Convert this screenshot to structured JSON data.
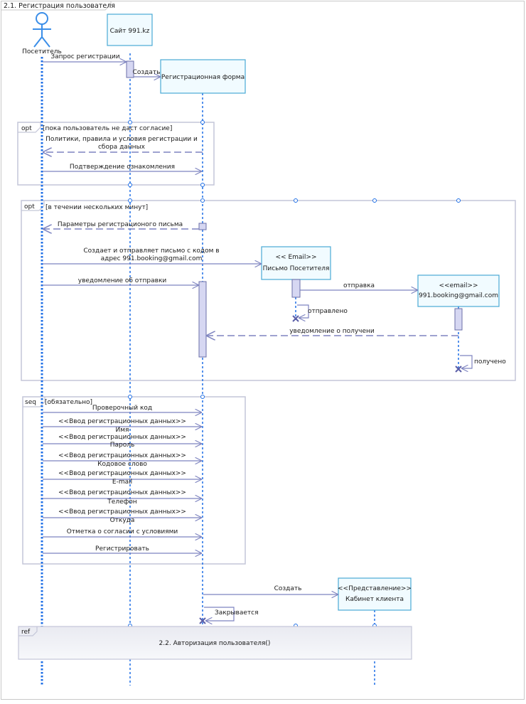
{
  "diagram": {
    "title": "2.1. Регистрация  пользователя",
    "actor": {
      "name": "Посетитель"
    },
    "lifelines": {
      "site": "Сайт 991.kz",
      "form": "Регистрационная форма",
      "letter_stereotype": "<< Email>>",
      "letter_name": "Письмо  Посетителя",
      "mailbox_stereotype": "<<email>>",
      "mailbox_name": "991.booking@gmail.com",
      "cabinet_stereotype": "<<Представление>>",
      "cabinet_name": "Кабинет клиента"
    },
    "messages": {
      "request": "Запрос регистрации",
      "create_form": "Создать",
      "policies_1": "Политики, правила и условия регистрации и",
      "policies_2": "сбора данных",
      "confirm": "Подтверждение ознакомления",
      "params": "Параметры регистрационого письма",
      "create_send_1": "Создает и отправляет письмо с кодом в",
      "create_send_2": "адрес 991.booking@gmail.com",
      "sent_notice": "уведомление об отправки",
      "send": "отправка",
      "sent_self": "отправлено",
      "receive_notice": "уведомление о получени",
      "received_self": "получено",
      "code": "Проверочный код",
      "name": "Имя",
      "password": "Пароль",
      "codeword": "Кодовое слово",
      "email": "E-mail",
      "phone": "Телефон",
      "source": "Откуда",
      "agree": "Отметка о согласии с условиями",
      "register": "Регистрировать",
      "create_cabinet": "Создать",
      "closes": "Закрывается"
    },
    "stereotype_input": "<<Ввод регистрационных  данных>>",
    "fragments": {
      "opt1": {
        "operator": "opt",
        "guard": "[пока пользователь не даст согласие]"
      },
      "opt2": {
        "operator": "opt",
        "guard": "[в течении нескольких минут]"
      },
      "seq": {
        "operator": "seq",
        "guard": "[обязательно]"
      },
      "ref": {
        "operator": "ref",
        "text": "2.2. Авторизация пользователя()"
      }
    }
  },
  "colors": {
    "lifeline": "#1f6fe6",
    "box_border": "#49a9d4",
    "box_fill": "#f1fbff",
    "fragment": "#c4c6d8",
    "arrow": "#7e84c0",
    "activation": "#d6d7f2"
  }
}
